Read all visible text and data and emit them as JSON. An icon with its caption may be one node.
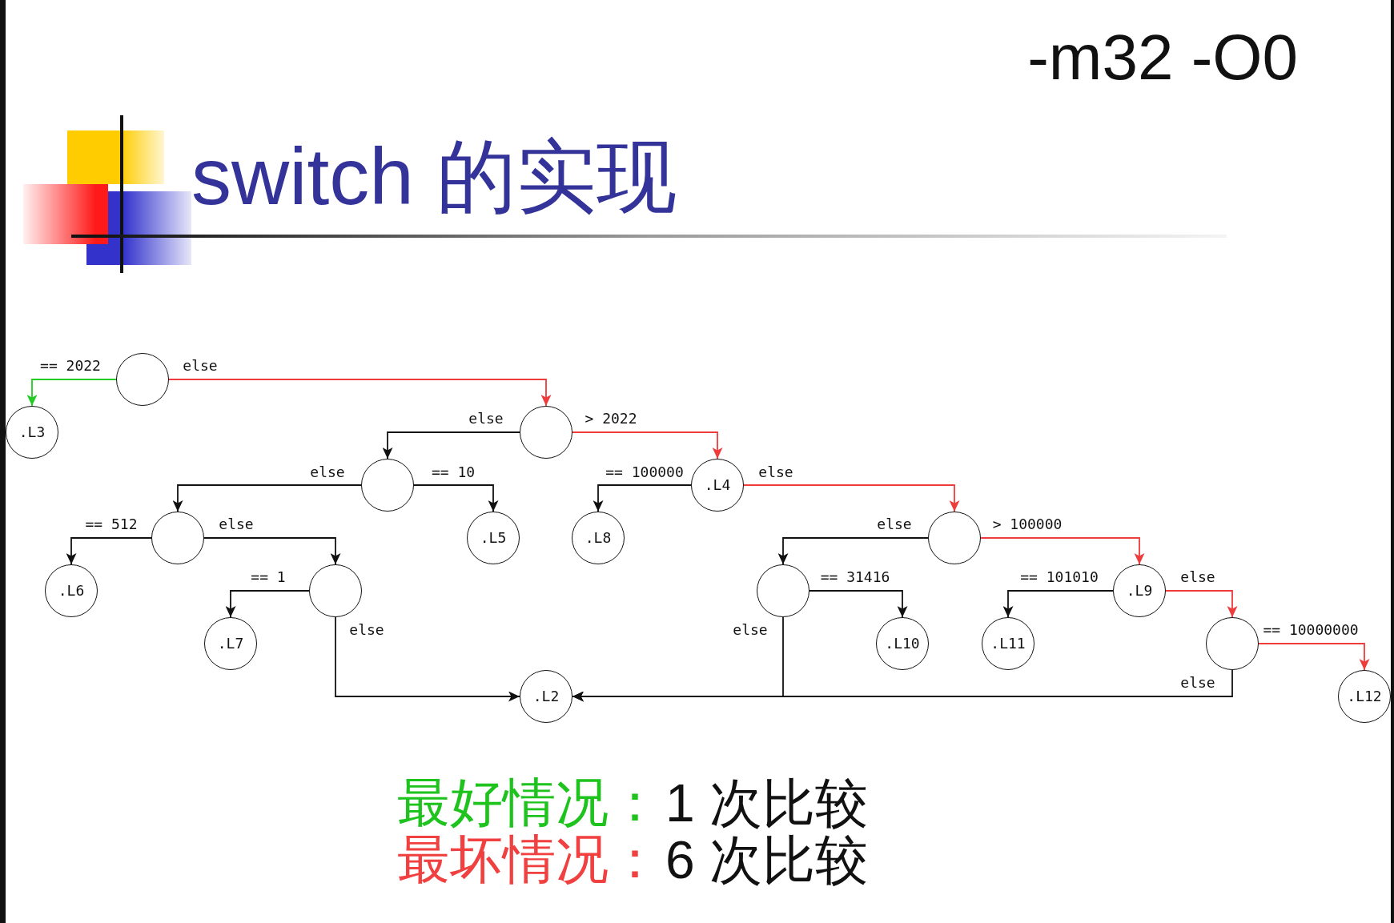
{
  "diagram": {
    "title": "switch 的实现",
    "nodes": [
      {
        "text": [],
        "shape": "circle"
      },
      {
        "text": [
          ".L3"
        ]
      },
      {
        "text": [],
        "shape": "circle"
      },
      {
        "text": [],
        "shape": "circle"
      },
      {
        "text": [
          ".L4"
        ]
      },
      {
        "text": [],
        "shape": "circle"
      },
      {
        "text": [
          ".L5"
        ]
      },
      {
        "text": [
          ".L8"
        ]
      },
      {
        "text": [],
        "shape": "circle"
      },
      {
        "text": [
          ".L6"
        ]
      },
      {
        "text": [],
        "shape": "circle"
      },
      {
        "text": [],
        "shape": "circle"
      },
      {
        "text": [
          ".L9"
        ]
      },
      {
        "text": [
          ".L7"
        ]
      },
      {
        "text": [
          ".L10"
        ]
      },
      {
        "text": [
          ".L11"
        ]
      },
      {
        "text": [],
        "shape": "circle"
      },
      {
        "text": [
          ".L2"
        ]
      },
      {
        "text": [
          ".L12"
        ]
      }
    ],
    "edges": [
      {
        "from": 0,
        "to": 1,
        "arrow": "to",
        "label": "== 2022",
        "color": "#22cc22"
      },
      {
        "from": 0,
        "to": 2,
        "arrow": "to",
        "label": "else",
        "color": "#ee3b3b"
      },
      {
        "from": 2,
        "to": 3,
        "arrow": "to",
        "label": "else"
      },
      {
        "from": 2,
        "to": 4,
        "arrow": "to",
        "label": "> 2022",
        "color": "#ee3b3b"
      },
      {
        "from": 3,
        "to": 5,
        "arrow": "to",
        "label": "else"
      },
      {
        "from": 3,
        "to": 6,
        "arrow": "to",
        "label": "== 10"
      },
      {
        "from": 4,
        "to": 7,
        "arrow": "to",
        "label": "== 100000"
      },
      {
        "from": 4,
        "to": 8,
        "arrow": "to",
        "label": "else",
        "color": "#ee3b3b"
      },
      {
        "from": 5,
        "to": 9,
        "arrow": "to",
        "label": "== 512"
      },
      {
        "from": 5,
        "to": 10,
        "arrow": "to",
        "label": "else"
      },
      {
        "from": 8,
        "to": 11,
        "arrow": "to",
        "label": "else"
      },
      {
        "from": 8,
        "to": 12,
        "arrow": "to",
        "label": "> 100000",
        "color": "#ee3b3b"
      },
      {
        "from": 10,
        "to": 13,
        "arrow": "to",
        "label": "== 1"
      },
      {
        "from": 10,
        "to": 17,
        "arrow": "to",
        "label": "else"
      },
      {
        "from": 11,
        "to": 14,
        "arrow": "to",
        "label": "== 31416"
      },
      {
        "from": 11,
        "to": 17,
        "arrow": "to",
        "label": "else"
      },
      {
        "from": 12,
        "to": 15,
        "arrow": "to",
        "label": "== 101010"
      },
      {
        "from": 12,
        "to": 16,
        "arrow": "to",
        "label": "else",
        "color": "#ee3b3b"
      },
      {
        "from": 16,
        "to": 18,
        "arrow": "to",
        "label": "== 10000000",
        "color": "#ee3b3b"
      },
      {
        "from": 16,
        "to": 17,
        "arrow": "to",
        "label": "else"
      }
    ],
    "labels": [
      "-m32 -O0",
      "最好情况：",
      "1 次比较",
      "最坏情况：",
      "6 次比较"
    ]
  }
}
